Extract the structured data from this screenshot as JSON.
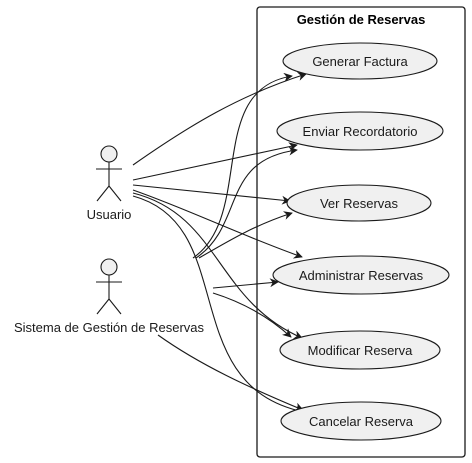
{
  "diagram": {
    "type": "use-case",
    "system": {
      "title": "Gestión de Reservas"
    },
    "actors": [
      {
        "id": "usuario",
        "label": "Usuario"
      },
      {
        "id": "sistema",
        "label": "Sistema de Gestión de Reservas"
      }
    ],
    "use_cases": [
      {
        "id": "generar_factura",
        "label": "Generar Factura"
      },
      {
        "id": "enviar_recordatorio",
        "label": "Enviar Recordatorio"
      },
      {
        "id": "ver_reservas",
        "label": "Ver Reservas"
      },
      {
        "id": "administrar_reservas",
        "label": "Administrar Reservas"
      },
      {
        "id": "modificar_reserva",
        "label": "Modificar Reserva"
      },
      {
        "id": "cancelar_reserva",
        "label": "Cancelar Reserva"
      }
    ],
    "associations": [
      {
        "from": "usuario",
        "to": "generar_factura"
      },
      {
        "from": "usuario",
        "to": "enviar_recordatorio"
      },
      {
        "from": "usuario",
        "to": "ver_reservas"
      },
      {
        "from": "usuario",
        "to": "administrar_reservas"
      },
      {
        "from": "usuario",
        "to": "modificar_reserva"
      },
      {
        "from": "usuario",
        "to": "cancelar_reserva"
      },
      {
        "from": "sistema",
        "to": "generar_factura"
      },
      {
        "from": "sistema",
        "to": "enviar_recordatorio"
      },
      {
        "from": "sistema",
        "to": "ver_reservas"
      },
      {
        "from": "sistema",
        "to": "administrar_reservas"
      },
      {
        "from": "sistema",
        "to": "modificar_reserva"
      },
      {
        "from": "sistema",
        "to": "cancelar_reserva"
      }
    ],
    "colors": {
      "usecase_fill": "#f0f0f0",
      "stroke": "#1a1a1a",
      "background": "#ffffff"
    }
  }
}
